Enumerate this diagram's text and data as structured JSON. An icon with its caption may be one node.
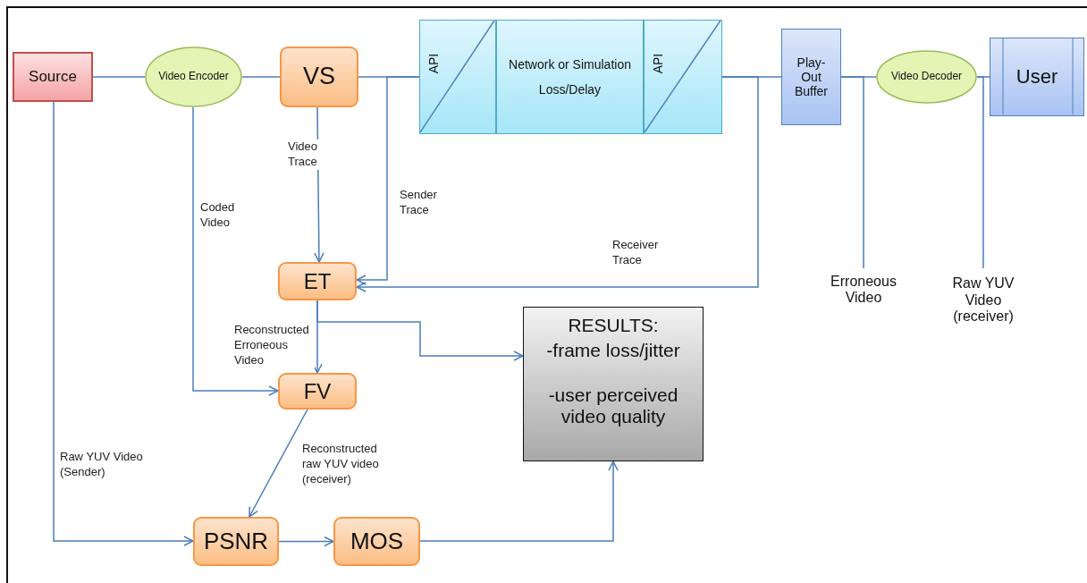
{
  "diagram": {
    "nodes": [
      {
        "text": [
          "Source"
        ]
      },
      {
        "text": [
          "Video Encoder"
        ]
      },
      {
        "text": [
          "VS"
        ]
      },
      {
        "text": [
          "API"
        ]
      },
      {
        "text": [
          "Network or Simulation",
          "Loss/Delay"
        ]
      },
      {
        "text": [
          "API"
        ]
      },
      {
        "text": [
          "Play-Out Buffer"
        ]
      },
      {
        "text": [
          "Video Decoder"
        ]
      },
      {
        "text": [
          "User"
        ]
      },
      {
        "text": [
          "ET"
        ]
      },
      {
        "text": [
          "Erroneous Video"
        ]
      },
      {
        "text": [
          "Raw YUV Video (receiver)"
        ]
      },
      {
        "text": [
          "RESULTS:",
          "-frame loss/jitter",
          "-user perceived video quality"
        ]
      },
      {
        "text": [
          "FV"
        ]
      },
      {
        "text": [
          "PSNR"
        ]
      },
      {
        "text": [
          "MOS"
        ]
      }
    ],
    "edges": [
      {
        "from": 0,
        "to": 1,
        "arrow": "none"
      },
      {
        "from": 1,
        "to": 2,
        "arrow": "none"
      },
      {
        "from": 2,
        "to": 3,
        "arrow": "none"
      },
      {
        "from": 5,
        "to": 6,
        "arrow": "none"
      },
      {
        "from": 6,
        "to": 7,
        "arrow": "none"
      },
      {
        "from": 7,
        "to": 8,
        "arrow": "none"
      },
      {
        "from": 2,
        "to": 9,
        "arrow": "to",
        "label": "Video Trace"
      },
      {
        "from": 3,
        "to": 9,
        "arrow": "to",
        "label": "Sender Trace"
      },
      {
        "from": 5,
        "to": 9,
        "arrow": "to",
        "label": "Receiver Trace"
      },
      {
        "from": 6,
        "to": 10,
        "arrow": "none"
      },
      {
        "from": 7,
        "to": 11,
        "arrow": "none"
      },
      {
        "from": 1,
        "to": 13,
        "arrow": "to",
        "label": "Coded Video"
      },
      {
        "from": 9,
        "to": 13,
        "arrow": "to",
        "label": "Reconstructed Erroneous Video"
      },
      {
        "from": 9,
        "to": 12,
        "arrow": "to"
      },
      {
        "from": 13,
        "to": 14,
        "arrow": "to",
        "label": "Reconstructed raw YUV video (receiver)"
      },
      {
        "from": 0,
        "to": 14,
        "arrow": "to",
        "label": "Raw YUV Video (Sender)"
      },
      {
        "from": 14,
        "to": 15,
        "arrow": "to"
      },
      {
        "from": 15,
        "to": 12,
        "arrow": "to"
      }
    ]
  }
}
